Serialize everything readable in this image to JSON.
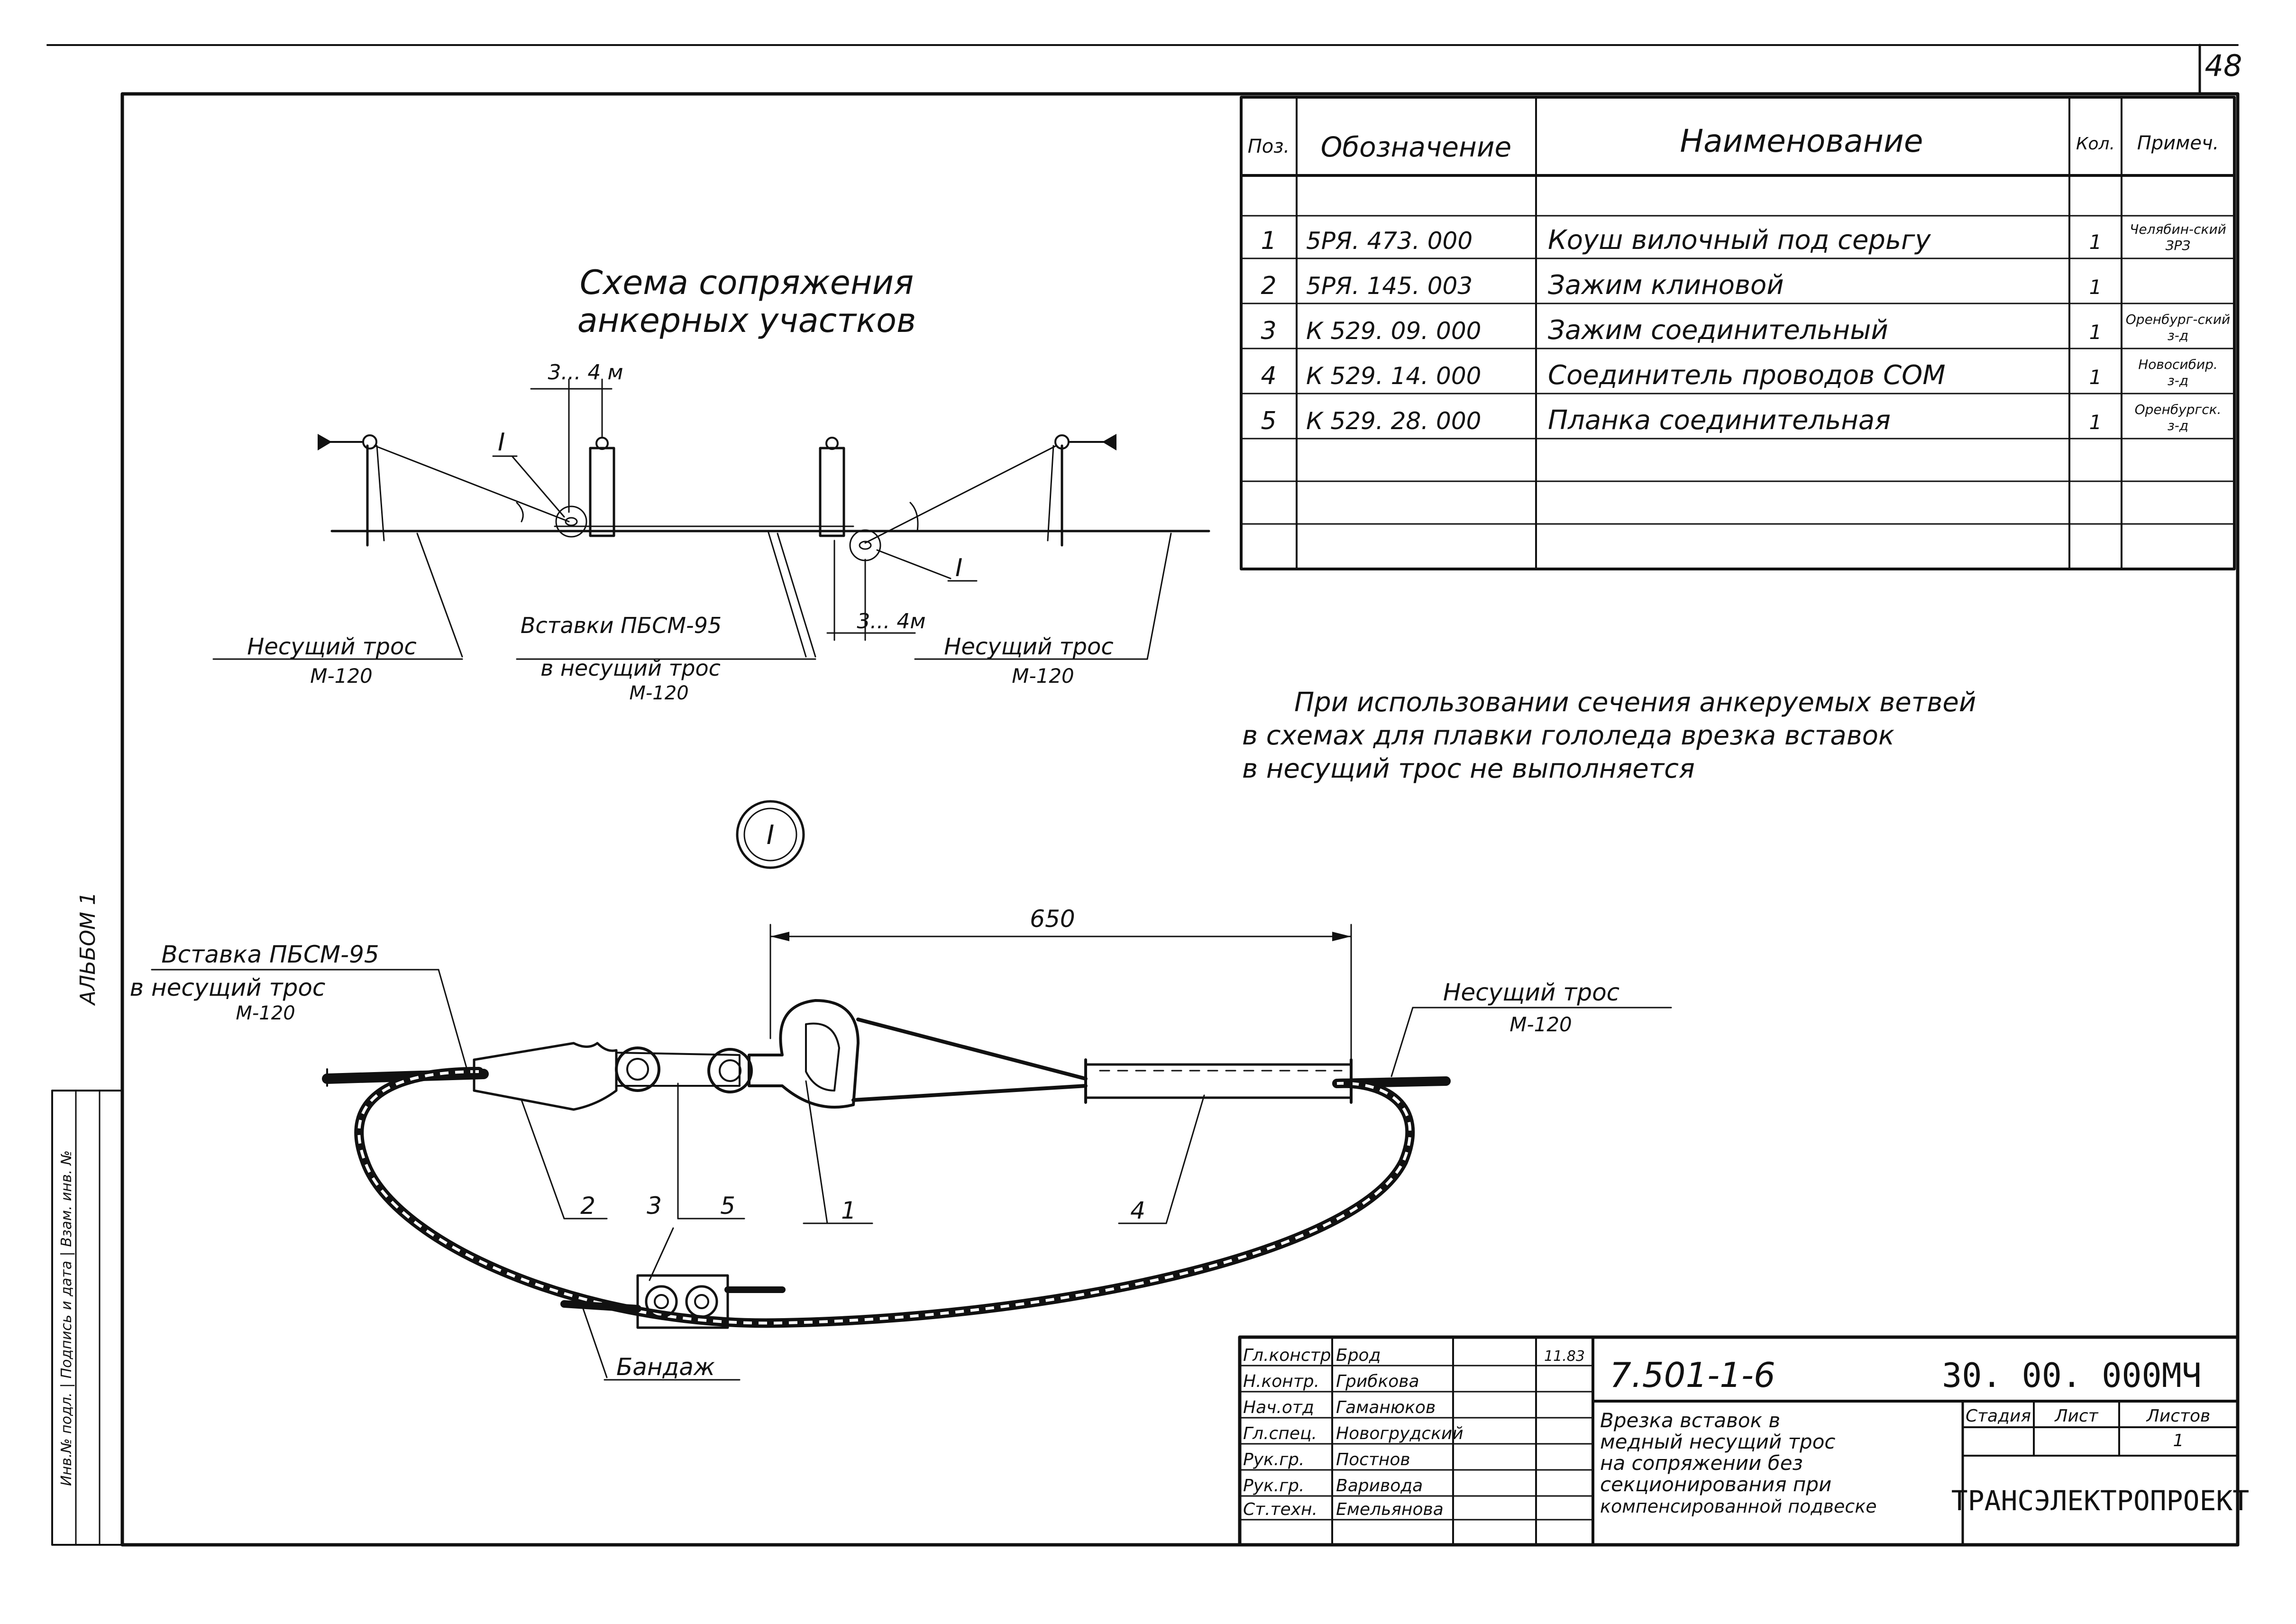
{
  "page_number": "48",
  "album_label": "АЛЬБОМ 1",
  "side_stamp": "Инв.№ подл. | Подпись и дата | Взам. инв. №",
  "spec_table": {
    "headers": [
      "Поз.",
      "Обозначение",
      "Наименование",
      "Кол.",
      "Примеч."
    ],
    "rows": [
      {
        "pos": "1",
        "code": "5РЯ. 473. 000",
        "name": "Коуш вилочный под серьгу",
        "qty": "1",
        "note": "Челябин-ский ЗРЗ"
      },
      {
        "pos": "2",
        "code": "5РЯ. 145. 003",
        "name": "Зажим клиновой",
        "qty": "1",
        "note": ""
      },
      {
        "pos": "3",
        "code": "К 529. 09. 000",
        "name": "Зажим соединительный",
        "qty": "1",
        "note": "Оренбург-ский з-д"
      },
      {
        "pos": "4",
        "code": "К 529. 14. 000",
        "name": "Соединитель проводов СОМ",
        "qty": "1",
        "note": "Новосибир. з-д"
      },
      {
        "pos": "5",
        "code": "К 529. 28. 000",
        "name": "Планка соединительная",
        "qty": "1",
        "note": "Оренбургск. з-д"
      }
    ]
  },
  "scheme": {
    "title_line1": "Схема сопряжения",
    "title_line2": "анкерных участков",
    "dim_top": "3... 4 м",
    "dim_bottom": "3... 4м",
    "node_mark": "I",
    "label_left": "Несущий трос",
    "label_left_sub": "М-120",
    "label_mid": "Вставки ПБСМ-95",
    "label_mid_sub": "в несущий трос",
    "label_mid_sub2": "М-120",
    "label_right": "Несущий трос",
    "label_right_sub": "М-120"
  },
  "note": {
    "line1": "При использовании сечения анкеруемых ветвей",
    "line2": "в схемах для плавки гололеда врезка вставок",
    "line3": "в несущий трос не выполняется"
  },
  "detail": {
    "circle_mark": "I",
    "dim_650": "650",
    "label_insert": "Вставка ПБСМ-95",
    "label_insert_sub": "в несущий трос",
    "label_insert_sub2": "М-120",
    "label_cable": "Несущий трос",
    "label_cable_sub": "М-120",
    "pos_labels": [
      "2",
      "3",
      "5",
      "1",
      "4"
    ],
    "label_bandage": "Бандаж"
  },
  "title_block": {
    "staff": [
      {
        "role": "Гл.констр",
        "name": "Брод",
        "date": "11.83"
      },
      {
        "role": "Н.контр.",
        "name": "Грибкова",
        "date": ""
      },
      {
        "role": "Нач.отд",
        "name": "Гаманюков",
        "date": ""
      },
      {
        "role": "Гл.спец.",
        "name": "Новогрудский",
        "date": ""
      },
      {
        "role": "Рук.гр.",
        "name": "Постнов",
        "date": ""
      },
      {
        "role": "Рук.гр.",
        "name": "Варивода",
        "date": ""
      },
      {
        "role": "Ст.техн.",
        "name": "Емельянова",
        "date": ""
      }
    ],
    "doc_code": "7.501-1-6",
    "doc_number": "30. 00. 000МЧ",
    "description": [
      "Врезка вставок в",
      "медный несущий трос",
      "на сопряжении без",
      "секционирования при",
      "компенсированной подвеске"
    ],
    "stage_header": "Стадия",
    "sheet_header": "Лист",
    "sheets_header": "Листов",
    "sheets_value": "1",
    "org": "ТРАНСЭЛЕКТРОПРОЕКТ"
  }
}
